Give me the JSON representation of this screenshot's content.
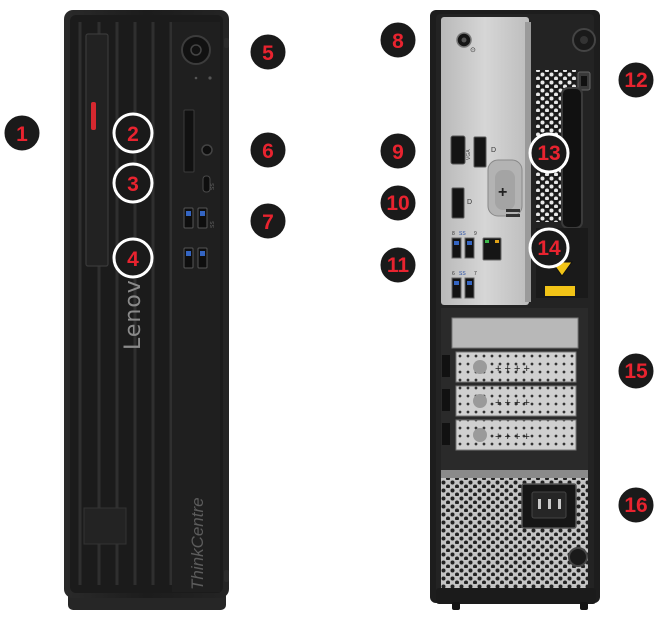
{
  "front": {
    "brand_text": "Lenovo",
    "sub_brand_text": "ThinkCentre",
    "port_label_a": "SS",
    "port_label_b": "SS"
  },
  "back": {
    "vga_label": "VGA",
    "usb_label_a": "SS",
    "usb_label_b": "SS",
    "port_index_1": "8",
    "port_index_2": "9",
    "port_index_3": "6",
    "port_index_4": "7"
  },
  "colors": {
    "callout_fill": "#1a1a1a",
    "callout_text": "#e8232f",
    "callout_stroke": "#ffffff",
    "chassis": "#1e1e1e",
    "panel_silver": "#c9c9c9",
    "accent_red": "#d6282f",
    "warning_yellow": "#f2c417"
  },
  "callouts": [
    {
      "number": "1"
    },
    {
      "number": "2"
    },
    {
      "number": "3"
    },
    {
      "number": "4"
    },
    {
      "number": "5"
    },
    {
      "number": "6"
    },
    {
      "number": "7"
    },
    {
      "number": "8"
    },
    {
      "number": "9"
    },
    {
      "number": "10"
    },
    {
      "number": "11"
    },
    {
      "number": "12"
    },
    {
      "number": "13"
    },
    {
      "number": "14"
    },
    {
      "number": "15"
    },
    {
      "number": "16"
    }
  ]
}
